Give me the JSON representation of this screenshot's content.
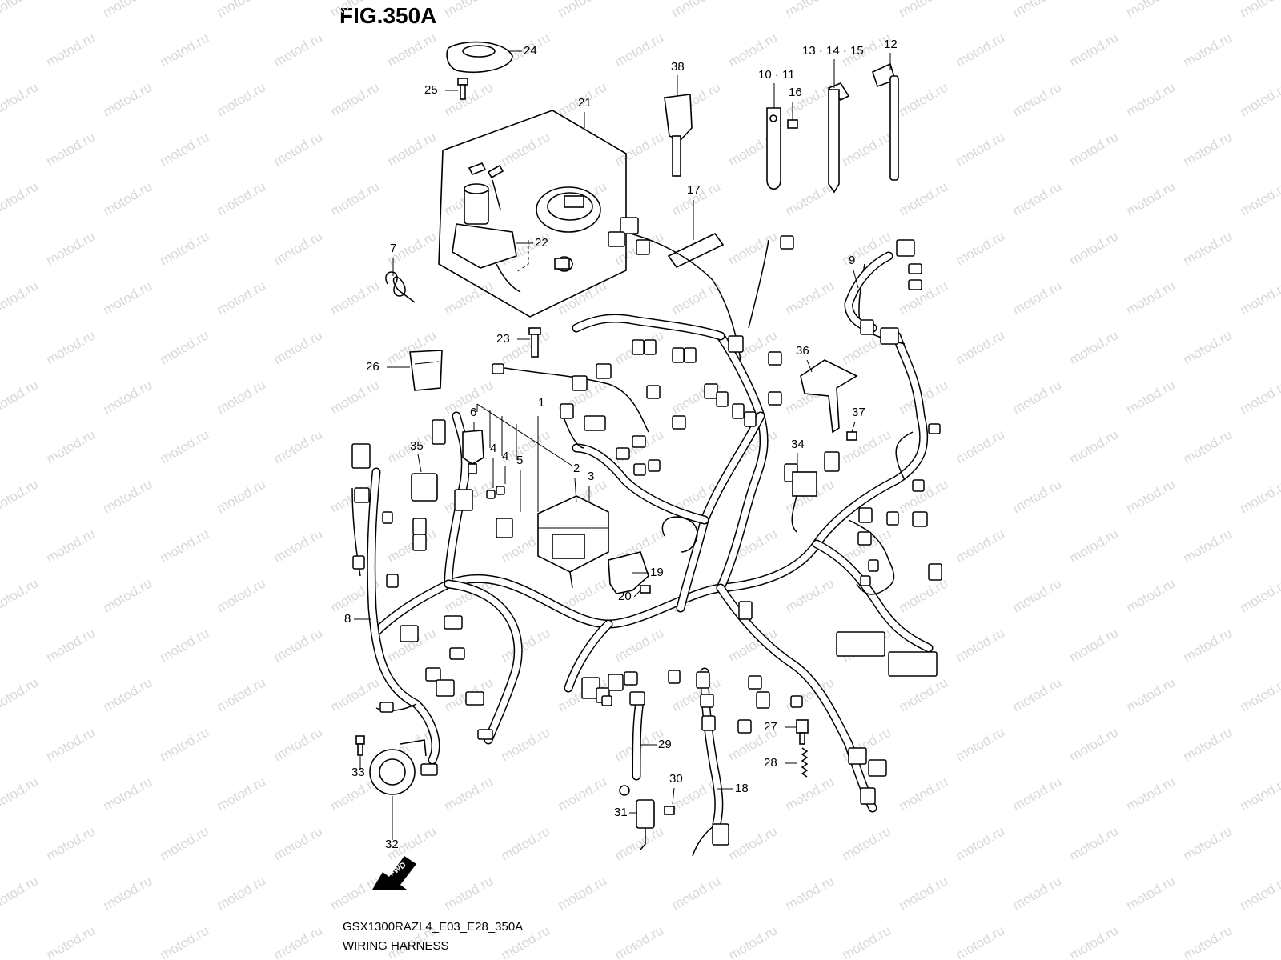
{
  "figure": {
    "title": "FIG.350A",
    "model_code": "GSX1300RAZL4_E03_E28_350A",
    "name": "WIRING HARNESS",
    "watermark": "motod.ru",
    "fwd_marker": "FWD"
  },
  "callouts": [
    {
      "id": "1",
      "text": "1"
    },
    {
      "id": "2",
      "text": "2"
    },
    {
      "id": "3",
      "text": "3"
    },
    {
      "id": "4a",
      "text": "4"
    },
    {
      "id": "4b",
      "text": "4"
    },
    {
      "id": "5",
      "text": "5"
    },
    {
      "id": "6",
      "text": "6"
    },
    {
      "id": "7",
      "text": "7"
    },
    {
      "id": "8",
      "text": "8"
    },
    {
      "id": "9",
      "text": "9"
    },
    {
      "id": "10-11",
      "text": "10 · 11"
    },
    {
      "id": "12",
      "text": "12"
    },
    {
      "id": "13-14-15",
      "text": "13 · 14 · 15"
    },
    {
      "id": "16",
      "text": "16"
    },
    {
      "id": "17",
      "text": "17"
    },
    {
      "id": "18",
      "text": "18"
    },
    {
      "id": "19",
      "text": "19"
    },
    {
      "id": "20",
      "text": "20"
    },
    {
      "id": "21",
      "text": "21"
    },
    {
      "id": "22",
      "text": "22"
    },
    {
      "id": "23",
      "text": "23"
    },
    {
      "id": "24",
      "text": "24"
    },
    {
      "id": "25",
      "text": "25"
    },
    {
      "id": "26",
      "text": "26"
    },
    {
      "id": "27",
      "text": "27"
    },
    {
      "id": "28",
      "text": "28"
    },
    {
      "id": "29",
      "text": "29"
    },
    {
      "id": "30",
      "text": "30"
    },
    {
      "id": "31",
      "text": "31"
    },
    {
      "id": "32",
      "text": "32"
    },
    {
      "id": "33",
      "text": "33"
    },
    {
      "id": "34",
      "text": "34"
    },
    {
      "id": "35",
      "text": "35"
    },
    {
      "id": "36",
      "text": "36"
    },
    {
      "id": "37",
      "text": "37"
    },
    {
      "id": "38",
      "text": "38"
    }
  ],
  "colors": {
    "ink": "#000000",
    "paper": "#ffffff",
    "watermark": "#d8d8d8"
  }
}
